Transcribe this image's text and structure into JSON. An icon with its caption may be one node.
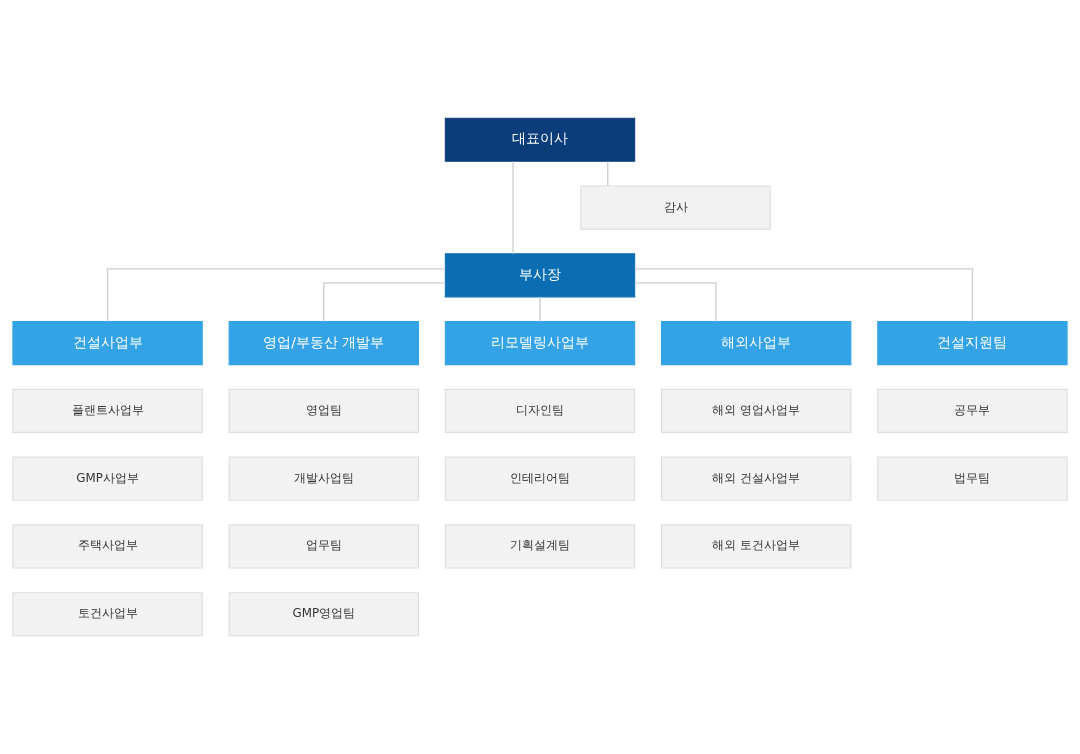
{
  "diagram": {
    "nodes": [
      {
        "text": [
          "대표이사"
        ]
      },
      {
        "text": [
          "감사"
        ]
      },
      {
        "text": [
          "부사장"
        ]
      },
      {
        "text": [
          "건설사업부"
        ]
      },
      {
        "text": [
          "플랜트사업부"
        ]
      },
      {
        "text": [
          "GMP사업부"
        ]
      },
      {
        "text": [
          "주택사업부"
        ]
      },
      {
        "text": [
          "토건사업부"
        ]
      },
      {
        "text": [
          "영업/부동산 개발부"
        ]
      },
      {
        "text": [
          "영업팀"
        ]
      },
      {
        "text": [
          "개발사업팀"
        ]
      },
      {
        "text": [
          "업무팀"
        ]
      },
      {
        "text": [
          "GMP영업팀"
        ]
      },
      {
        "text": [
          "리모델링사업부"
        ]
      },
      {
        "text": [
          "디자인팀"
        ]
      },
      {
        "text": [
          "인테리어팀"
        ]
      },
      {
        "text": [
          "기획설계팀"
        ]
      },
      {
        "text": [
          "해외사업부"
        ]
      },
      {
        "text": [
          "해외 영업사업부"
        ]
      },
      {
        "text": [
          "해외 건설사업부"
        ]
      },
      {
        "text": [
          "해외 토건사업부"
        ]
      },
      {
        "text": [
          "건설지원팀"
        ]
      },
      {
        "text": [
          "공무부"
        ]
      },
      {
        "text": [
          "법무팀"
        ]
      }
    ],
    "edges": [
      {
        "from": 0,
        "to": 2,
        "arrow": "none"
      },
      {
        "from": 0,
        "to": 1,
        "arrow": "none"
      },
      {
        "from": 2,
        "to": 3,
        "arrow": "none"
      },
      {
        "from": 2,
        "to": 8,
        "arrow": "none"
      },
      {
        "from": 2,
        "to": 13,
        "arrow": "none"
      },
      {
        "from": 2,
        "to": 17,
        "arrow": "none"
      },
      {
        "from": 2,
        "to": 21,
        "arrow": "none"
      }
    ]
  }
}
